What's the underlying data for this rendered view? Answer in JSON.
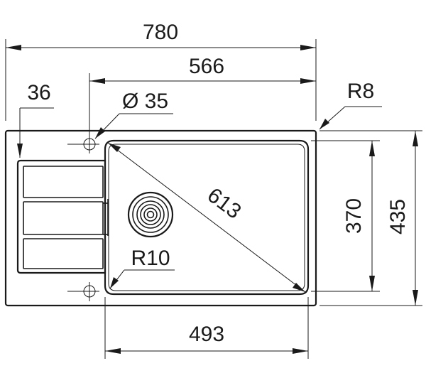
{
  "dimensions": {
    "overall_width": "780",
    "bowl_section_width": "566",
    "edge_offset": "36",
    "tap_hole_diameter": "Ø 35",
    "corner_radius_outer": "R8",
    "bowl_diagonal": "613",
    "bowl_corner_radius": "R10",
    "bowl_height": "370",
    "overall_height": "435",
    "bowl_width": "493"
  }
}
